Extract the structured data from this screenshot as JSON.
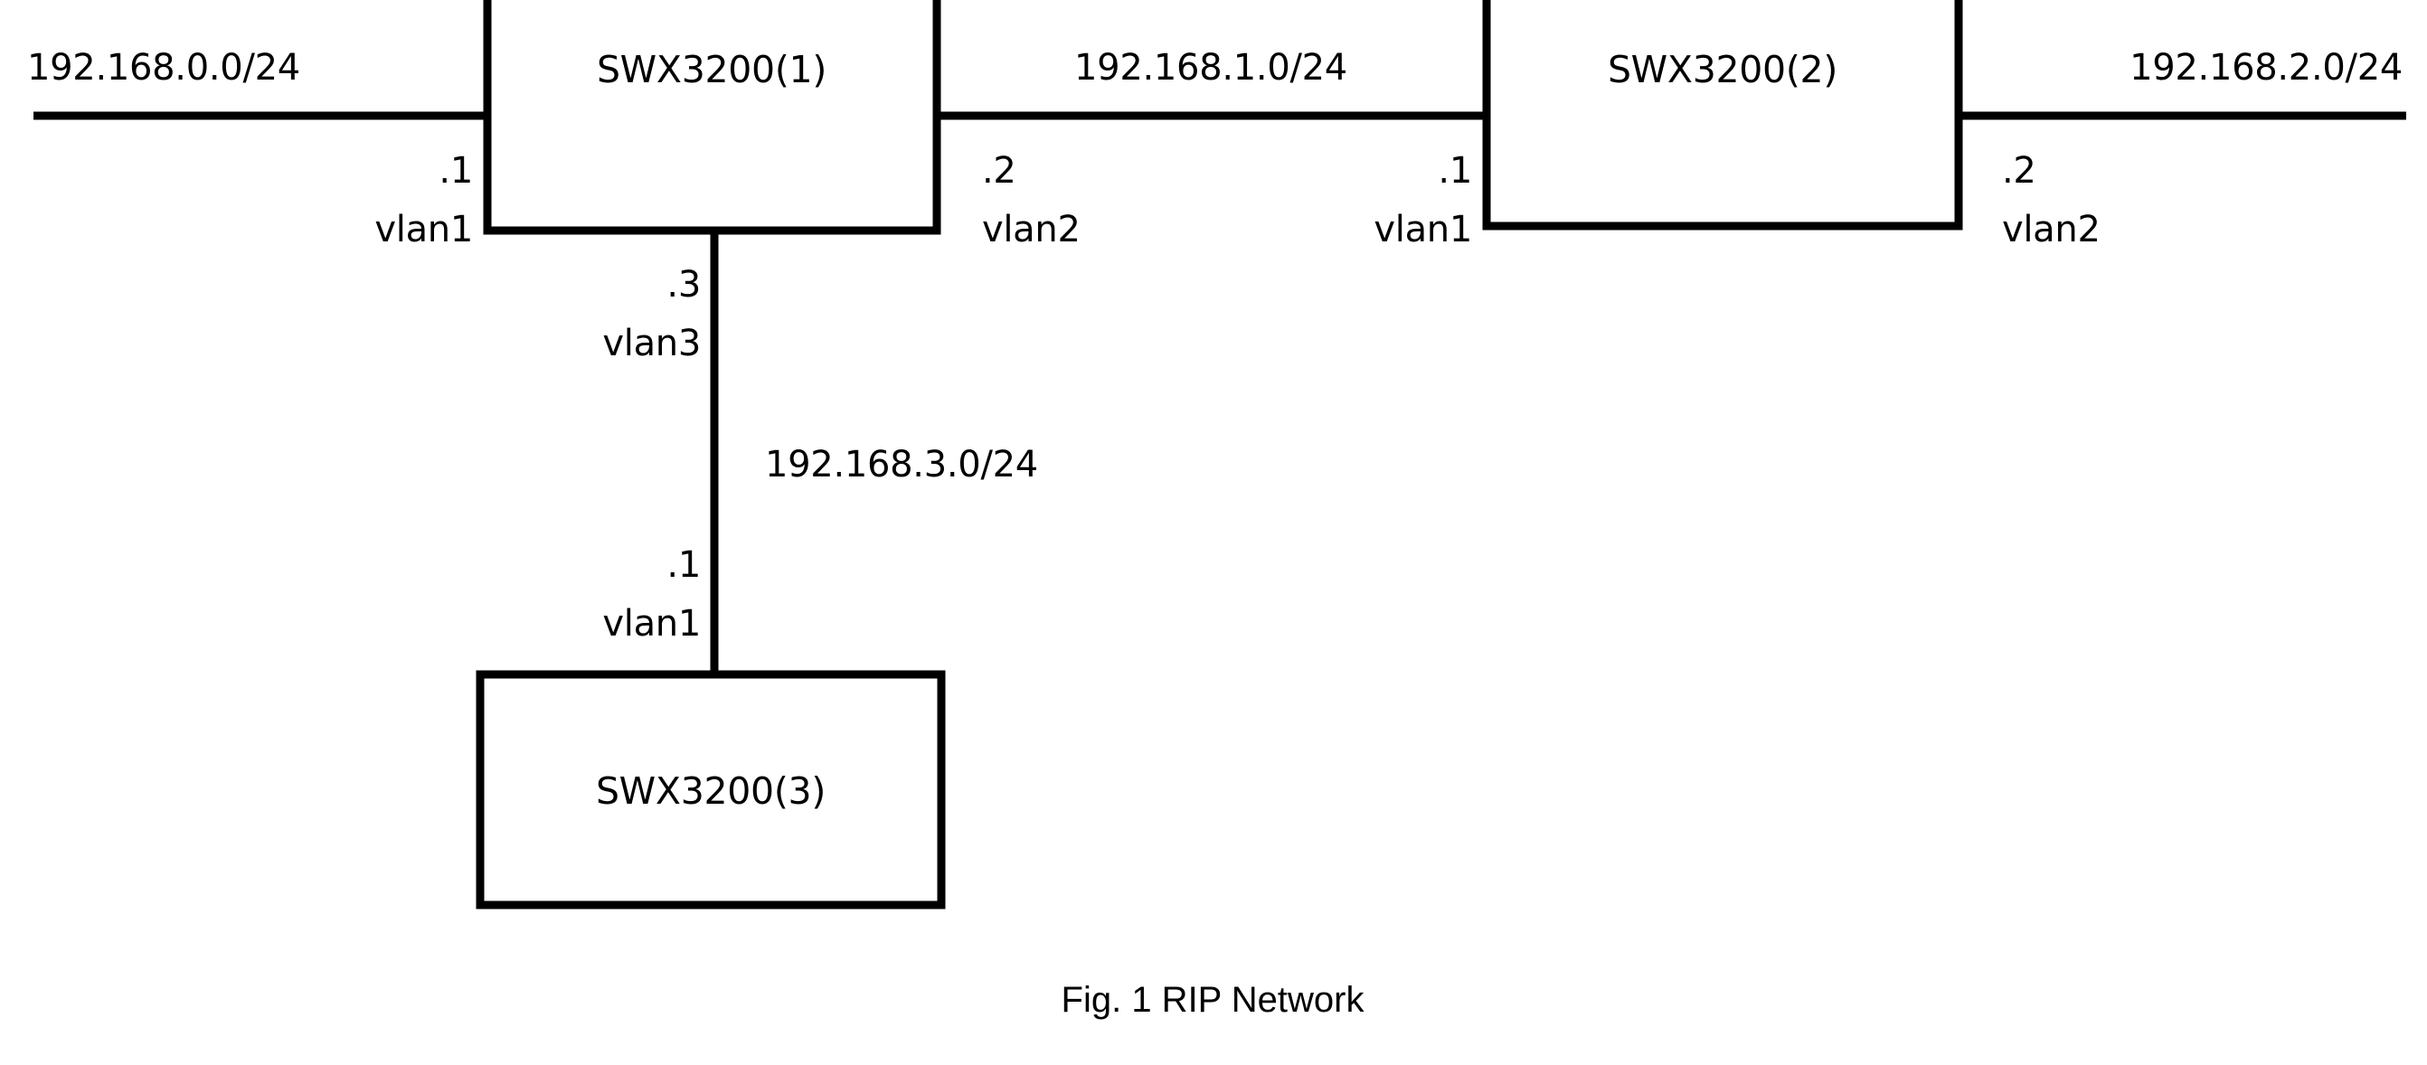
{
  "figure": {
    "caption": "Fig. 1 RIP Network",
    "background_color": "#ffffff",
    "line_color": "#000000"
  },
  "devices": [
    {
      "id": "swx1",
      "label": "SWX3200(1)"
    },
    {
      "id": "swx2",
      "label": "SWX3200(2)"
    },
    {
      "id": "swx3",
      "label": "SWX3200(3)"
    }
  ],
  "networks": [
    {
      "id": "net0",
      "label": "192.168.0.0/24"
    },
    {
      "id": "net1",
      "label": "192.168.1.0/24"
    },
    {
      "id": "net2",
      "label": "192.168.2.0/24"
    },
    {
      "id": "net3",
      "label": "192.168.3.0/24"
    }
  ],
  "interfaces": [
    {
      "id": "swx1-left",
      "device": "SWX3200(1)",
      "network": "192.168.0.0/24",
      "host": ".1",
      "vlan": "vlan1"
    },
    {
      "id": "swx1-right",
      "device": "SWX3200(1)",
      "network": "192.168.1.0/24",
      "host": ".2",
      "vlan": "vlan2"
    },
    {
      "id": "swx1-bottom",
      "device": "SWX3200(1)",
      "network": "192.168.3.0/24",
      "host": ".3",
      "vlan": "vlan3"
    },
    {
      "id": "swx2-left",
      "device": "SWX3200(2)",
      "network": "192.168.1.0/24",
      "host": ".1",
      "vlan": "vlan1"
    },
    {
      "id": "swx2-right",
      "device": "SWX3200(2)",
      "network": "192.168.2.0/24",
      "host": ".2",
      "vlan": "vlan2"
    },
    {
      "id": "swx3-top",
      "device": "SWX3200(3)",
      "network": "192.168.3.0/24",
      "host": ".1",
      "vlan": "vlan1"
    }
  ]
}
